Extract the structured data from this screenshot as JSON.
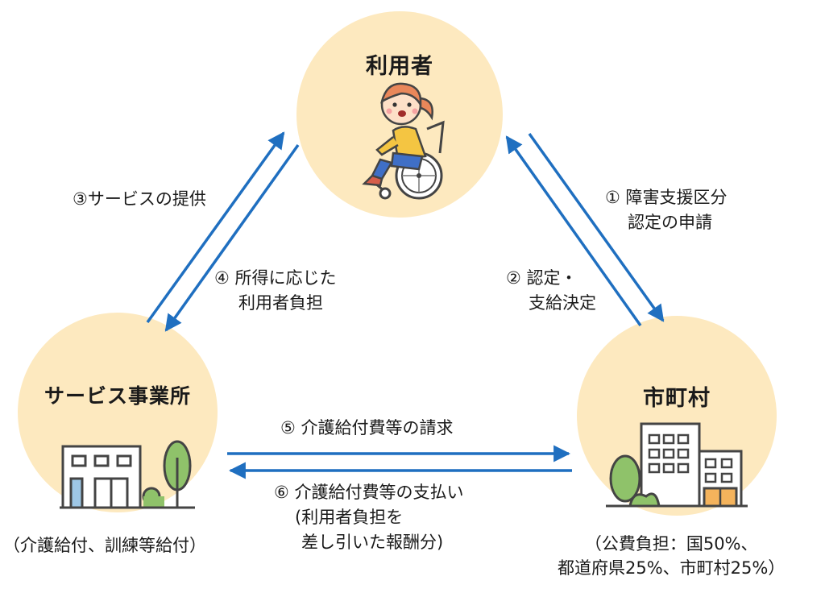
{
  "nodes": {
    "user": {
      "title": "利用者"
    },
    "provider": {
      "title": "サービス事業所",
      "note": "（介護給付、訓練等給付）"
    },
    "city": {
      "title": "市町村",
      "note_lines": [
        "（公費負担：国50%、",
        "都道府県25%、市町村25%）"
      ]
    }
  },
  "flows": [
    {
      "lines": [
        "① 障害支援区分",
        "認定の申請"
      ]
    },
    {
      "lines": [
        "② 認定・",
        "支給決定"
      ]
    },
    {
      "lines": [
        "③サービスの提供"
      ]
    },
    {
      "lines": [
        "④ 所得に応じた",
        "利用者負担"
      ]
    },
    {
      "lines": [
        "⑤ 介護給付費等の請求"
      ]
    },
    {
      "lines": [
        "⑥ 介護給付費等の支払い",
        "(利用者負担を",
        "差し引いた報酬分)"
      ]
    }
  ],
  "colors": {
    "arrow": "#1f6fc0",
    "node_fill": "#fde9bf",
    "building_green": "#8fc26a",
    "building_orange": "#f4b35c",
    "skin": "#fde0c8",
    "hair": "#e9875a"
  },
  "icons": [
    "wheelchair-user-illustration",
    "office-building-illustration",
    "city-hall-illustration"
  ]
}
